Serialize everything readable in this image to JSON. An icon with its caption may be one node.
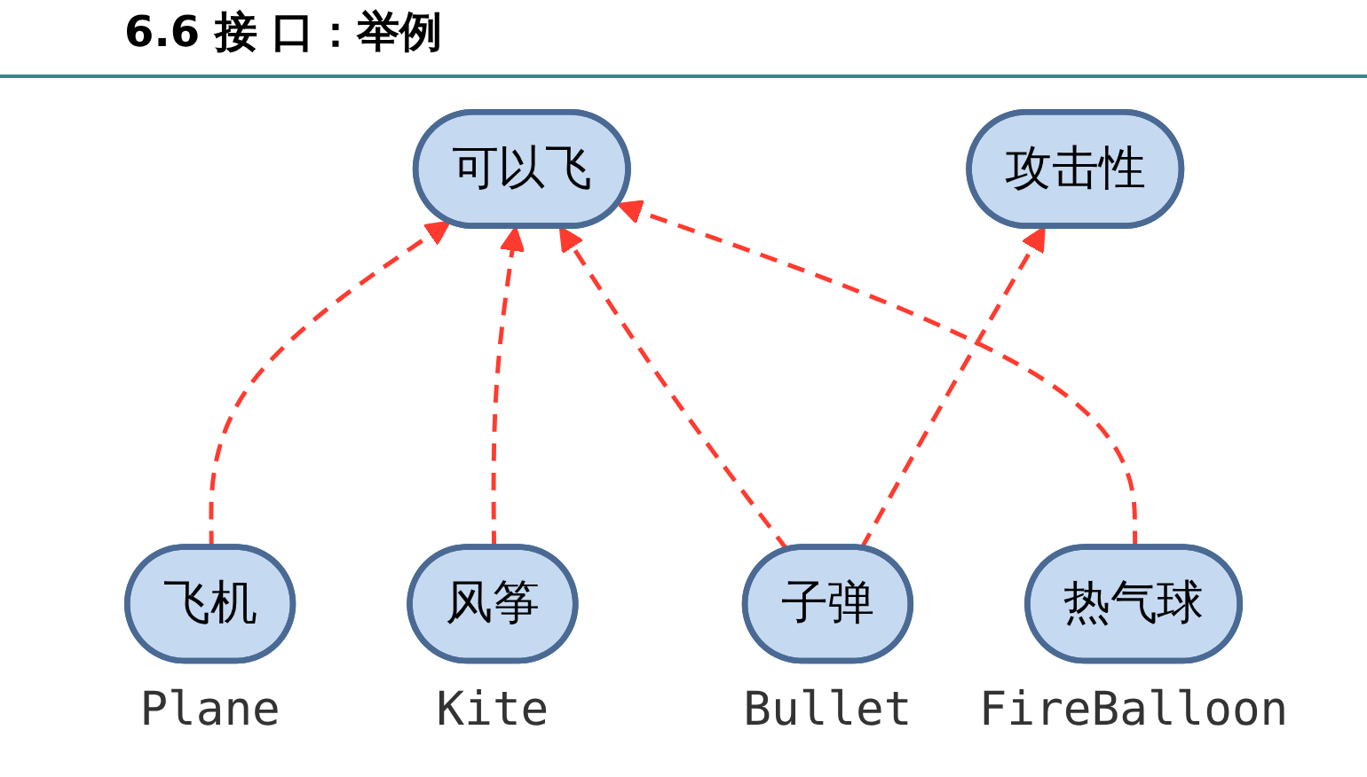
{
  "diagram": {
    "title": "6.6 接 口：举例",
    "nodes": [
      {
        "text": [
          "可以飞"
        ]
      },
      {
        "text": [
          "攻击性"
        ]
      },
      {
        "text": [
          "飞机"
        ],
        "beside": [
          "Plane"
        ]
      },
      {
        "text": [
          "子弹"
        ],
        "beside": [
          "Bullet"
        ]
      },
      {
        "text": [
          "风筝"
        ],
        "beside": [
          "Kite"
        ]
      },
      {
        "text": [
          "热气球"
        ],
        "beside": [
          "FireBalloon"
        ]
      }
    ],
    "edges": [
      {
        "from": 2,
        "to": 0,
        "arrow": "to",
        "style": "dashed",
        "color": "#ff3b2f"
      },
      {
        "from": 3,
        "to": 0,
        "arrow": "to",
        "style": "dashed",
        "color": "#ff3b2f"
      },
      {
        "from": 3,
        "to": 1,
        "arrow": "to",
        "style": "dashed",
        "color": "#ff3b2f"
      },
      {
        "from": 4,
        "to": 0,
        "arrow": "to",
        "style": "dashed",
        "color": "#ff3b2f"
      },
      {
        "from": 5,
        "to": 0,
        "arrow": "to",
        "style": "dashed",
        "color": "#ff3b2f"
      }
    ]
  }
}
